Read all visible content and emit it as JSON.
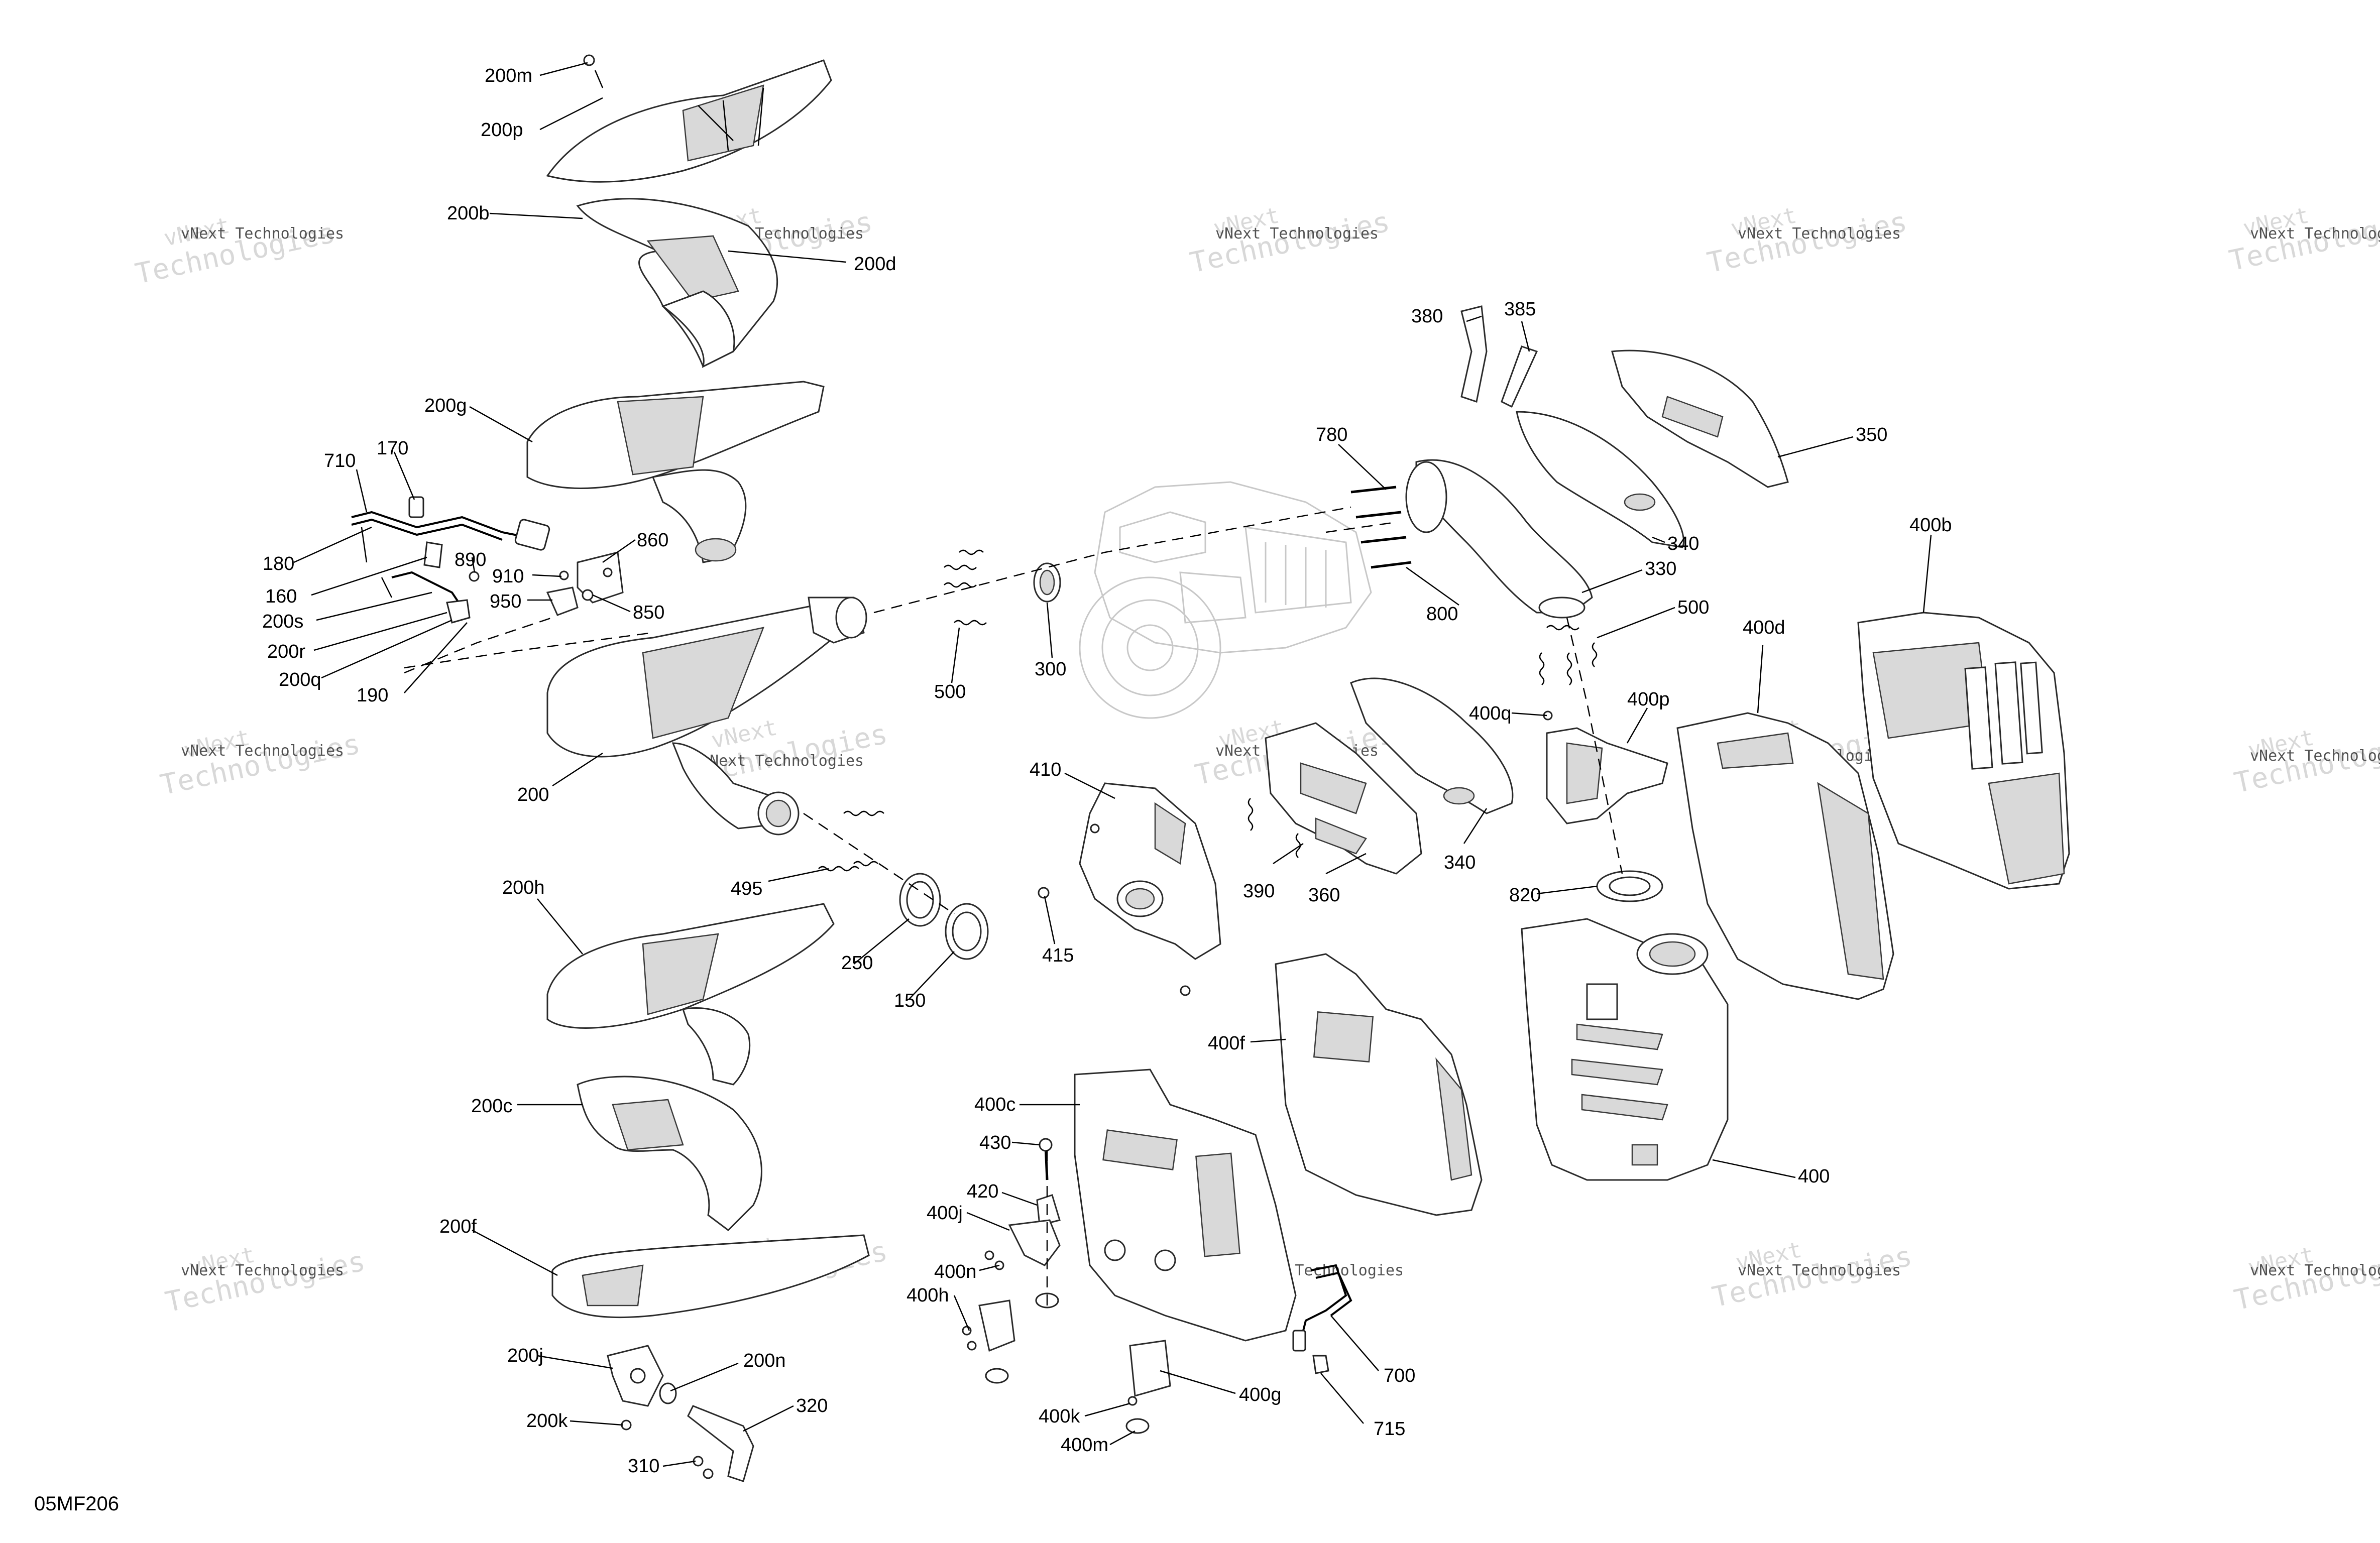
{
  "diagram_code": "05MF206",
  "watermark": {
    "line1": "vNext",
    "line2": "Technologies",
    "tag": "vNext Technologies"
  },
  "labels": {
    "l200m": "200m",
    "l200p": "200p",
    "l200b": "200b",
    "l200d": "200d",
    "l200g": "200g",
    "l710": "710",
    "l170": "170",
    "l180": "180",
    "l160": "160",
    "l200s": "200s",
    "l200r": "200r",
    "l200q": "200q",
    "l190": "190",
    "l890": "890",
    "l910": "910",
    "l950": "950",
    "l860": "860",
    "l850": "850",
    "l200": "200",
    "l495": "495",
    "l250": "250",
    "l150": "150",
    "l500a": "500",
    "l300": "300",
    "l410": "410",
    "l415": "415",
    "l200h": "200h",
    "l200c": "200c",
    "l200f": "200f",
    "l200j": "200j",
    "l200n": "200n",
    "l200k": "200k",
    "l320": "320",
    "l310": "310",
    "l400c": "400c",
    "l430": "430",
    "l420": "420",
    "l400j": "400j",
    "l400n": "400n",
    "l400h": "400h",
    "l400g": "400g",
    "l400k": "400k",
    "l400m": "400m",
    "l700": "700",
    "l715": "715",
    "l400f": "400f",
    "l380": "380",
    "l385": "385",
    "l350": "350",
    "l780": "780",
    "l340a": "340",
    "l330": "330",
    "l800": "800",
    "l500b": "500",
    "l400q": "400q",
    "l400p": "400p",
    "l390": "390",
    "l360": "360",
    "l340b": "340",
    "l820": "820",
    "l400d": "400d",
    "l400b": "400b",
    "l400": "400"
  }
}
